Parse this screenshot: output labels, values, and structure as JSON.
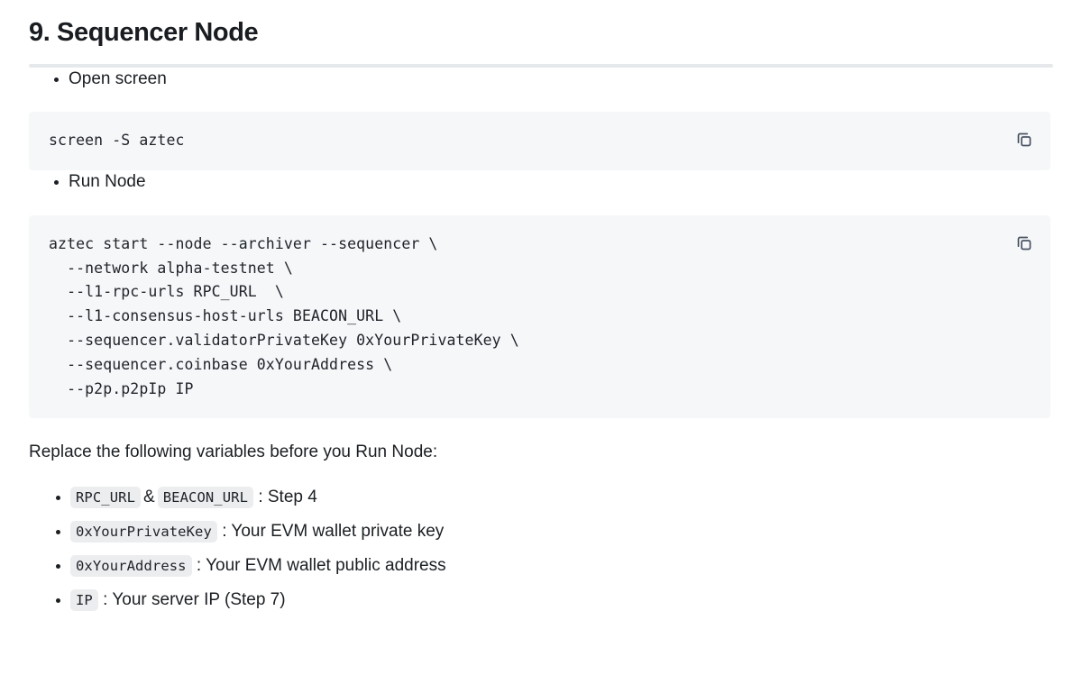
{
  "heading": "9. Sequencer Node",
  "steps": [
    {
      "label": "Open screen",
      "code": "screen -S aztec",
      "copy_icon": "copy-icon"
    },
    {
      "label": "Run Node",
      "code": "aztec start --node --archiver --sequencer \\\n  --network alpha-testnet \\\n  --l1-rpc-urls RPC_URL  \\\n  --l1-consensus-host-urls BEACON_URL \\\n  --sequencer.validatorPrivateKey 0xYourPrivateKey \\\n  --sequencer.coinbase 0xYourAddress \\\n  --p2p.p2pIp IP",
      "copy_icon": "copy-icon"
    }
  ],
  "replace_note": "Replace the following variables before you Run Node:",
  "variables": [
    {
      "code": "RPC_URL",
      "amp": "&",
      "code2": "BEACON_URL",
      "desc": ": Step 4"
    },
    {
      "code": "0xYourPrivateKey",
      "desc": ": Your EVM wallet private key"
    },
    {
      "code": "0xYourAddress",
      "desc": ": Your EVM wallet public address"
    },
    {
      "code": "IP",
      "desc": ": Your server IP (Step 7)"
    }
  ],
  "colors": {
    "text": "#1b1f23",
    "code_block_bg": "#f6f7f9",
    "chip_bg": "#ecedef",
    "rule": "#e6e9ec",
    "icon": "#4b5563"
  }
}
